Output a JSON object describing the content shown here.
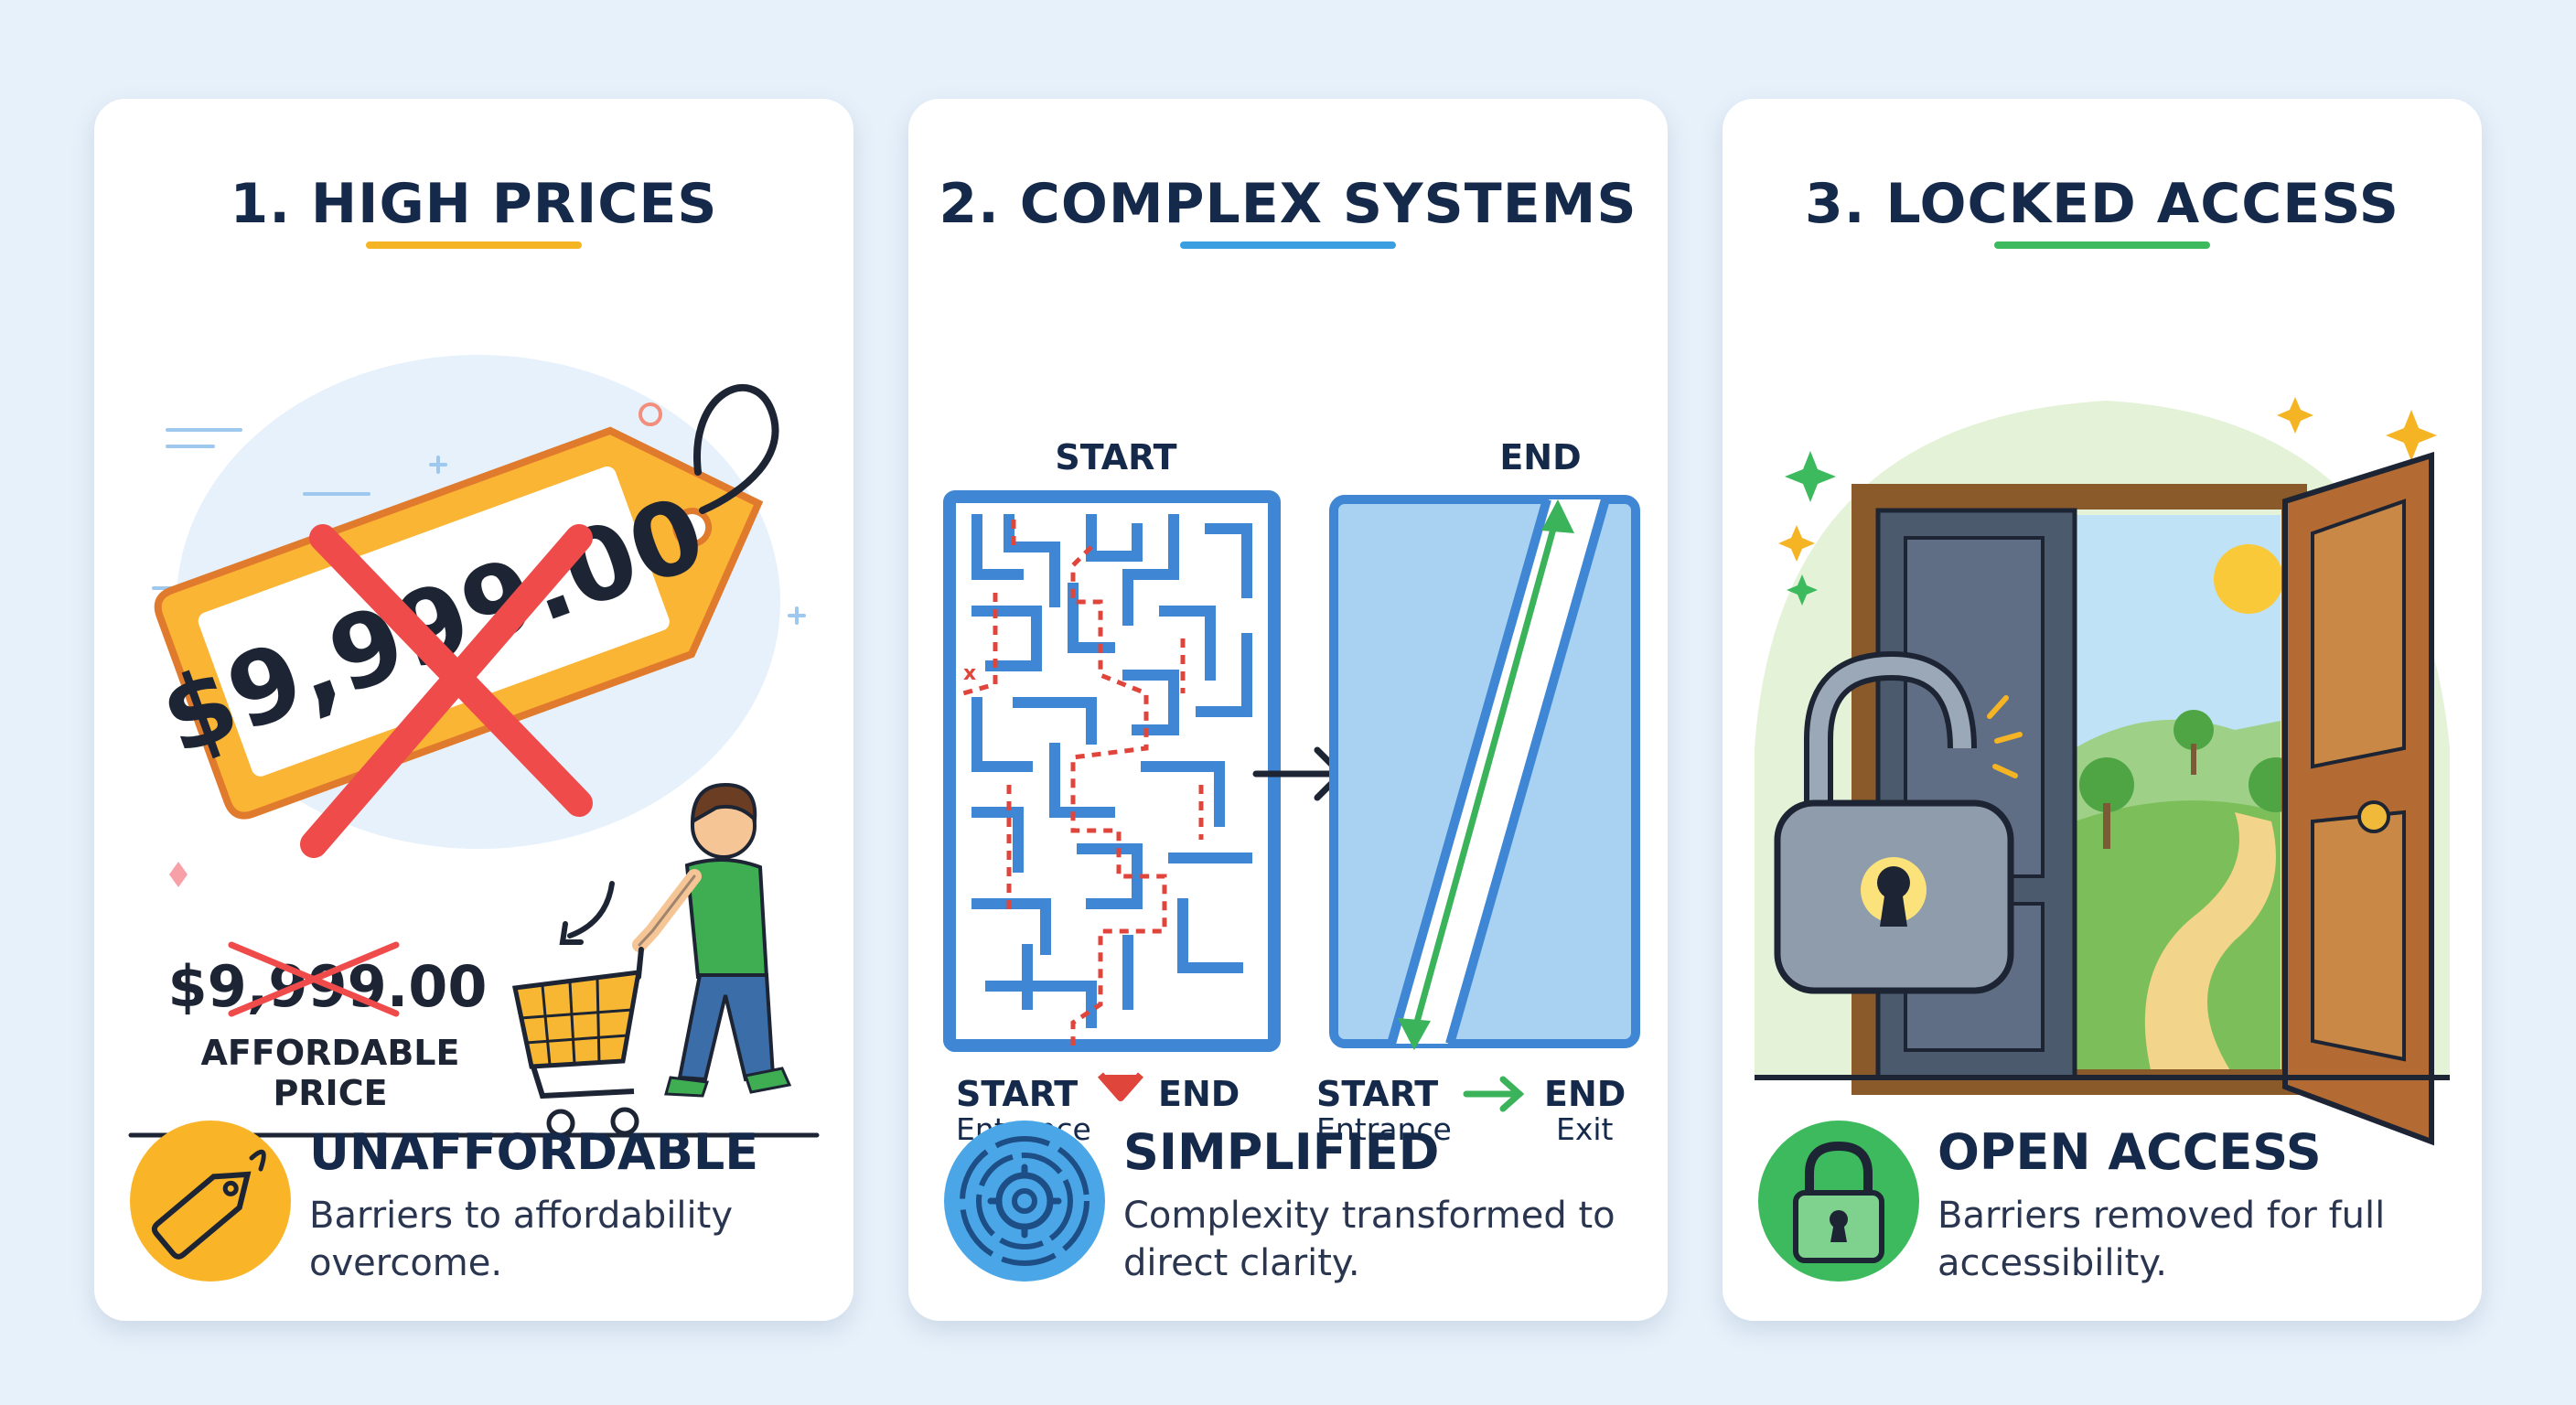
{
  "cards": [
    {
      "title": "1. HIGH PRICES",
      "accent": "#f5b423",
      "tag_price": "$9,999.00",
      "crossed_price": "$9,999.00",
      "affordable_line1": "AFFORDABLE",
      "affordable_line2": "PRICE",
      "summary_heading": "UNAFFORDABLE",
      "summary_desc": "Barriers to affordability overcome.",
      "icon": "price-tag-icon"
    },
    {
      "title": "2. COMPLEX SYSTEMS",
      "accent": "#3b9ee0",
      "maze_start_top": "START",
      "maze_end_top": "END",
      "maze_start": "START",
      "maze_entrance": "Entrance",
      "maze_end": "END",
      "path_start": "START",
      "path_entrance": "Entrance",
      "path_end": "END",
      "path_exit": "Exit",
      "summary_heading": "SIMPLIFIED",
      "summary_desc": "Complexity transformed to direct clarity.",
      "icon": "maze-gear-icon"
    },
    {
      "title": "3. LOCKED ACCESS",
      "accent": "#3dba5e",
      "summary_heading": "OPEN ACCESS",
      "summary_desc": "Barriers removed for full accessibility.",
      "icon": "padlock-icon"
    }
  ]
}
